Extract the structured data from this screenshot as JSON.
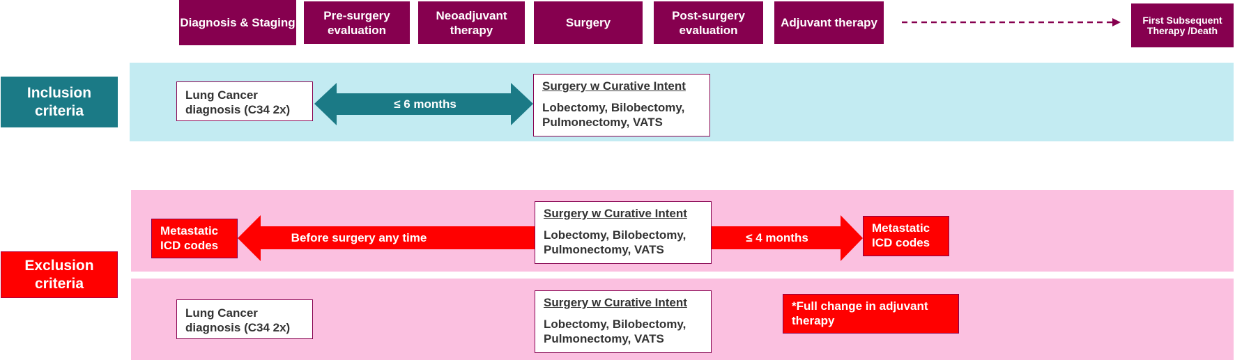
{
  "phases": {
    "diagnosis": "Diagnosis & Staging",
    "pre_surgery": "Pre-surgery evaluation",
    "neoadjuvant": "Neoadjuvant therapy",
    "surgery": "Surgery",
    "post_surgery": "Post-surgery evaluation",
    "adjuvant": "Adjuvant therapy",
    "first_subsequent": "First Subsequent Therapy /Death"
  },
  "inclusion": {
    "label": "Inclusion criteria",
    "diagnosis_box": "Lung Cancer diagnosis (C34 2x)",
    "window_label": "≤ 6 months",
    "surgery_title": "Surgery w Curative Intent",
    "surgery_types": "Lobectomy, Bilobectomy, Pulmonectomy, VATS"
  },
  "exclusion": {
    "label": "Exclusion criteria",
    "row1": {
      "metastatic_left": "Metastatic ICD codes",
      "before_label": "Before surgery any time",
      "surgery_title": "Surgery w Curative Intent",
      "surgery_types": "Lobectomy, Bilobectomy, Pulmonectomy, VATS",
      "after_label": "≤ 4 months",
      "metastatic_right": "Metastatic ICD codes"
    },
    "row2": {
      "diagnosis_box": "Lung Cancer diagnosis (C34 2x)",
      "surgery_title": "Surgery w Curative Intent",
      "surgery_types": "Lobectomy, Bilobectomy, Pulmonectomy, VATS",
      "adjuvant_change": "*Full change in adjuvant therapy"
    }
  },
  "colors": {
    "phase": "#86004f",
    "inclusion": "#1b7a86",
    "inclusion_band": "#c3ebf2",
    "exclusion": "#ff0000",
    "exclusion_band": "#fbc0e0"
  }
}
